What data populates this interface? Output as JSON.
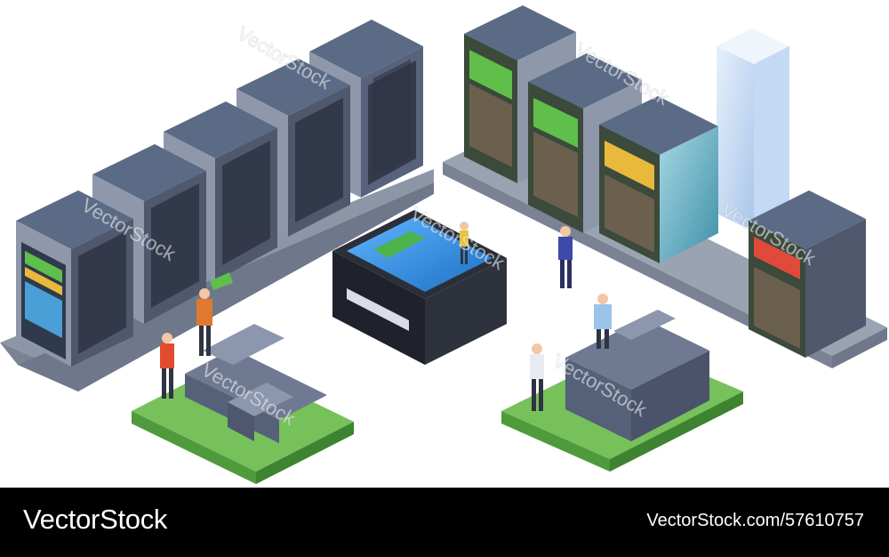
{
  "watermark": {
    "text": "VectorStock"
  },
  "footer": {
    "brand": "VectorStock",
    "image_id": "VectorStock.com/57610757"
  },
  "colors": {
    "rack_top": "#5b6b86",
    "rack_front": "#8c95a6",
    "rack_side": "#4d5568",
    "platform": "#9aa3b2",
    "grass": "#77c15a",
    "pool_water": "#3a8fd8",
    "footer_bg": "#000000"
  }
}
